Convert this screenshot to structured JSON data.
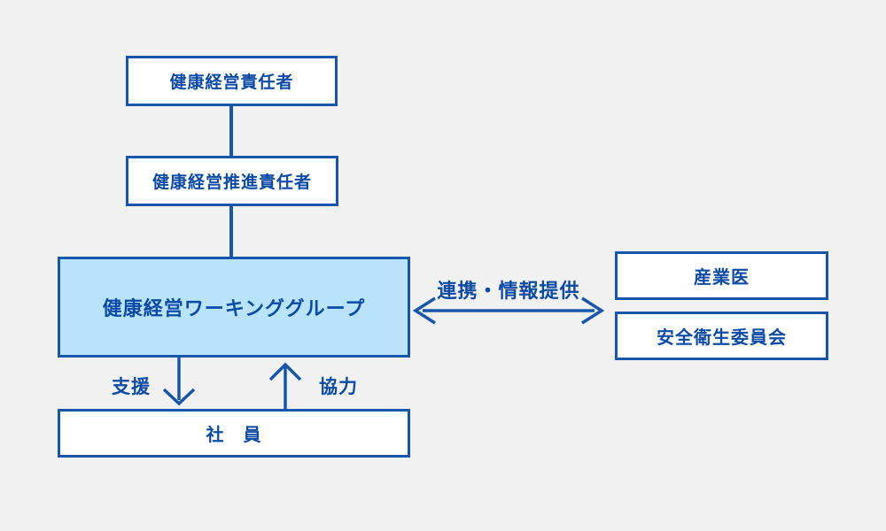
{
  "colors": {
    "background": "#f1f1f1",
    "box_border": "#1756a8",
    "box_fill": "#ffffff",
    "working_group_fill": "#b9e3fa",
    "text": "#0d4aa3",
    "edge": "#1756a8"
  },
  "nodes": {
    "health_officer": {
      "label": "健康経営責任者"
    },
    "promotion_officer": {
      "label": "健康経営推進責任者"
    },
    "working_group": {
      "label": "健康経営ワーキンググループ"
    },
    "employees": {
      "label": "社　員"
    },
    "occupational_physician": {
      "label": "産業医"
    },
    "safety_committee": {
      "label": "安全衛生委員会"
    }
  },
  "edge_labels": {
    "support": "支援",
    "cooperation": "協力",
    "collaboration": "連携・情報提供"
  }
}
